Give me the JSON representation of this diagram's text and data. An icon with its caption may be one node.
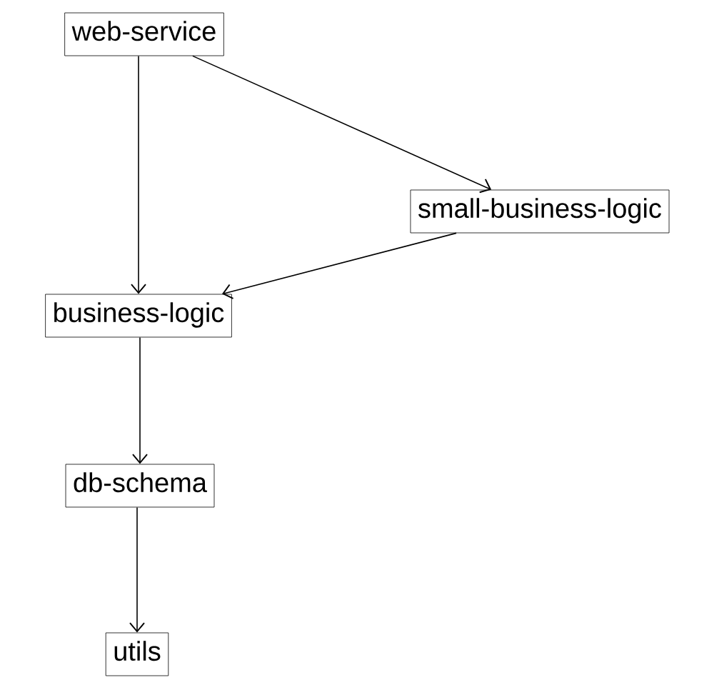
{
  "diagram": {
    "nodes": [
      {
        "text": [
          "web-service"
        ]
      },
      {
        "text": [
          "small-business-logic"
        ]
      },
      {
        "text": [
          "business-logic"
        ]
      },
      {
        "text": [
          "db-schema"
        ]
      },
      {
        "text": [
          "utils"
        ]
      }
    ],
    "edges": [
      {
        "from": 0,
        "to": 2,
        "arrow": "to"
      },
      {
        "from": 0,
        "to": 1,
        "arrow": "to"
      },
      {
        "from": 1,
        "to": 2,
        "arrow": "to"
      },
      {
        "from": 2,
        "to": 3,
        "arrow": "to"
      },
      {
        "from": 3,
        "to": 4,
        "arrow": "to"
      }
    ]
  }
}
